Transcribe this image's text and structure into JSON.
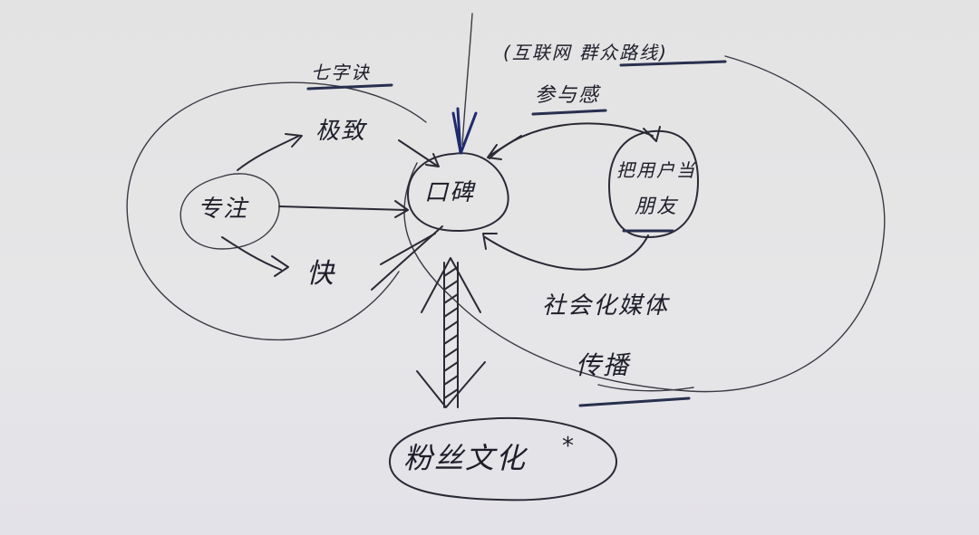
{
  "diagram": {
    "title": "口碑",
    "nodes": {
      "seven_formula": "七字诀",
      "focus": "专注",
      "extreme": "极致",
      "fast": "快",
      "word_of_mouth": "口碑",
      "internet_mass_line": "(互联网 群众路线)",
      "participation": "参与感",
      "users_as_friends_line1": "把用户当",
      "users_as_friends_line2": "朋友",
      "social_media": "社会化媒体",
      "spread": "传播",
      "fan_culture": "粉丝文化",
      "asterisk": "*"
    },
    "edges": [
      {
        "from": "专注",
        "to": "极致"
      },
      {
        "from": "专注",
        "to": "口碑"
      },
      {
        "from": "专注",
        "to": "快"
      },
      {
        "from": "极致",
        "to": "口碑"
      },
      {
        "from": "快",
        "to": "口碑"
      },
      {
        "from": "参与感",
        "to": "口碑"
      },
      {
        "from": "口碑",
        "to": "把用户当朋友"
      },
      {
        "from": "把用户当朋友",
        "to": "口碑"
      },
      {
        "from": "口碑",
        "to": "粉丝文化",
        "bidirectional": true
      }
    ],
    "colors": {
      "background": "#e3e3e3",
      "ink": "#2a2a35",
      "blue_ink": "#1f2a6e"
    }
  }
}
